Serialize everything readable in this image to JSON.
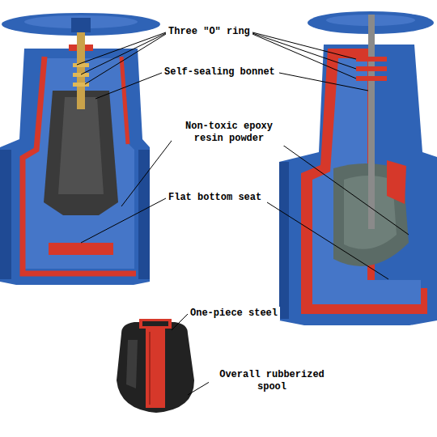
{
  "diagram": {
    "labels": [
      "Three \"O\" ring",
      "Self-sealing bonnet",
      "Non-toxic epoxy resin powder",
      "Flat bottom seat",
      "One-piece steel",
      "Overall rubberized spool"
    ]
  }
}
